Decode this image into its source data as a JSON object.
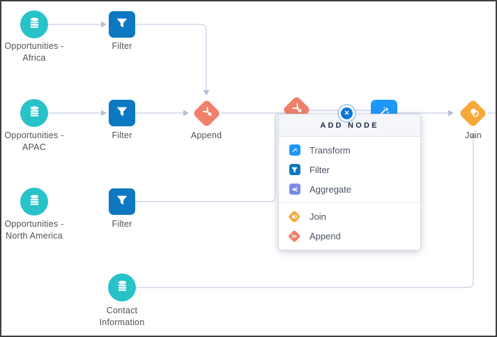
{
  "canvas": {
    "kind": "data-prep-flow-editor"
  },
  "nodes": {
    "africa": {
      "icon": "database-icon",
      "label_line1": "Opportunities -",
      "label_line2": "Africa"
    },
    "filter_africa": {
      "icon": "filter-icon",
      "label": "Filter"
    },
    "apac": {
      "icon": "database-icon",
      "label_line1": "Opportunities -",
      "label_line2": "APAC"
    },
    "filter_apac": {
      "icon": "filter-icon",
      "label": "Filter"
    },
    "append": {
      "icon": "append-icon",
      "label": "Append"
    },
    "north_america": {
      "icon": "database-icon",
      "label_line1": "Opportunities -",
      "label_line2": "North America"
    },
    "filter_na": {
      "icon": "filter-icon",
      "label": "Filter"
    },
    "join": {
      "icon": "join-icon",
      "label": "Join"
    },
    "contact": {
      "icon": "database-icon",
      "label_line1": "Contact",
      "label_line2": "Information"
    }
  },
  "popup": {
    "title": "ADD NODE",
    "close_label": "✕",
    "items": [
      {
        "label": "Transform",
        "icon": "transform-icon",
        "color": "#1f97fa"
      },
      {
        "label": "Filter",
        "icon": "filter-icon",
        "color": "#0c78c2"
      },
      {
        "label": "Aggregate",
        "icon": "aggregate-icon",
        "color": "#7a8be6"
      },
      {
        "label": "Join",
        "icon": "join-icon",
        "color": "#f6a83b"
      },
      {
        "label": "Append",
        "icon": "append-icon",
        "color": "#f0806a"
      }
    ]
  },
  "colors": {
    "dataset_teal": "#28c3c9",
    "filter_blue": "#0c78c2",
    "append_coral": "#f0806a",
    "join_amber": "#f6a83b",
    "transform_blue": "#1f97fa",
    "aggregate_indigo": "#7a8be6",
    "close_button_blue": "#0b76d3",
    "edge_line": "#dce1ef",
    "edge_arrow": "#b6c0d6"
  }
}
